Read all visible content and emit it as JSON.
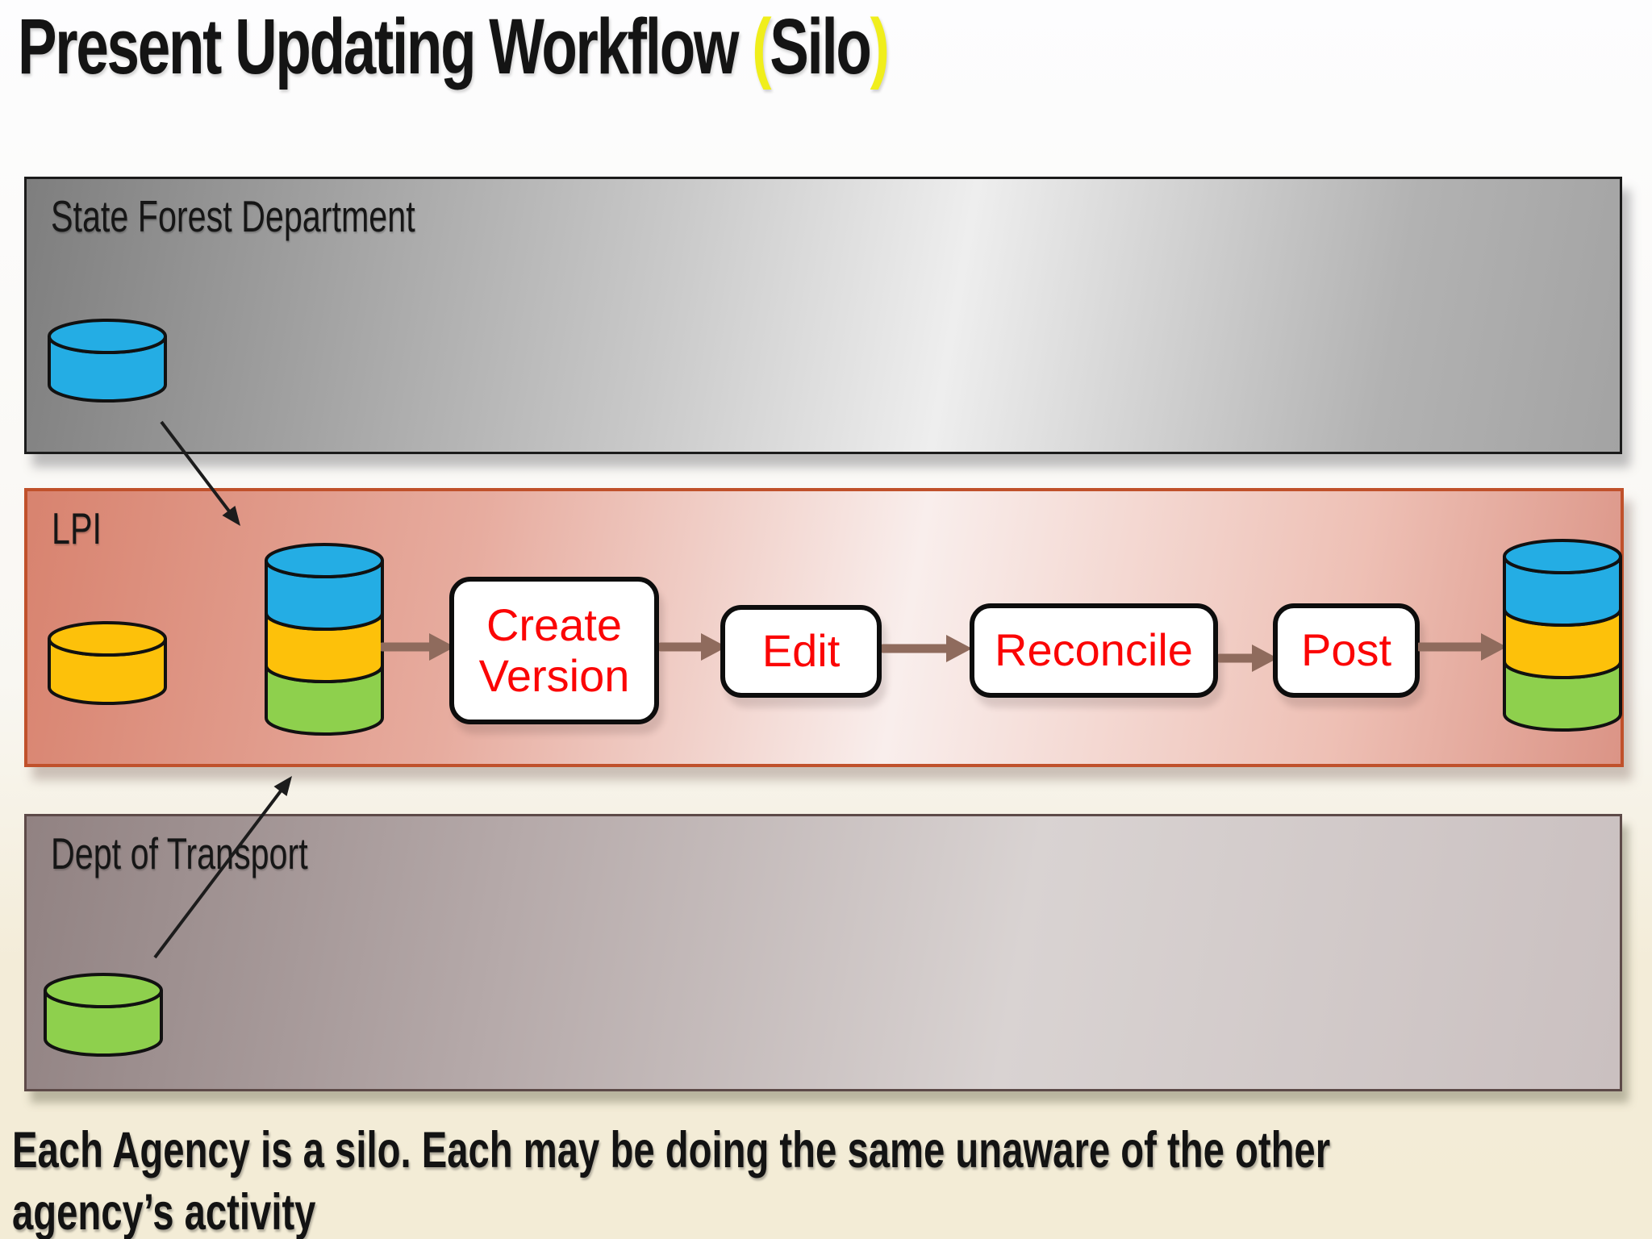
{
  "title": {
    "main": "Present Updating Workflow ",
    "paren_open": "(",
    "highlight": "Silo",
    "paren_close": ")"
  },
  "bands": {
    "forest": {
      "label": "State Forest Department"
    },
    "lpi": {
      "label": "LPI"
    },
    "transport": {
      "label": "Dept of Transport"
    }
  },
  "workflow": {
    "steps": [
      {
        "label": "Create Version"
      },
      {
        "label": "Edit"
      },
      {
        "label": "Reconcile"
      },
      {
        "label": "Post"
      }
    ]
  },
  "caption": {
    "line1": "Each Agency is a silo. Each may be doing the same unaware of the other",
    "line2": "agency’s activity"
  },
  "colors": {
    "db_blue": "#24ade4",
    "db_yellow": "#fdc10a",
    "db_green": "#8ed04d",
    "flow_arrow_brown": "#8f6b5d",
    "step_text_red": "#fb0505",
    "paren_yellow": "#f0ee1c",
    "lpi_border": "#c0512b",
    "transport_border": "#5d4a48",
    "forest_border": "#1b1b1b"
  },
  "cylinders": {
    "forest_db": {
      "segments": [
        "db_blue"
      ]
    },
    "lpi_db": {
      "segments": [
        "db_yellow"
      ]
    },
    "lpi_versioned_db": {
      "segments": [
        "db_blue",
        "db_yellow",
        "db_green"
      ]
    },
    "lpi_posted_db": {
      "segments": [
        "db_blue",
        "db_yellow",
        "db_green"
      ]
    },
    "transport_db": {
      "segments": [
        "db_green"
      ]
    }
  }
}
